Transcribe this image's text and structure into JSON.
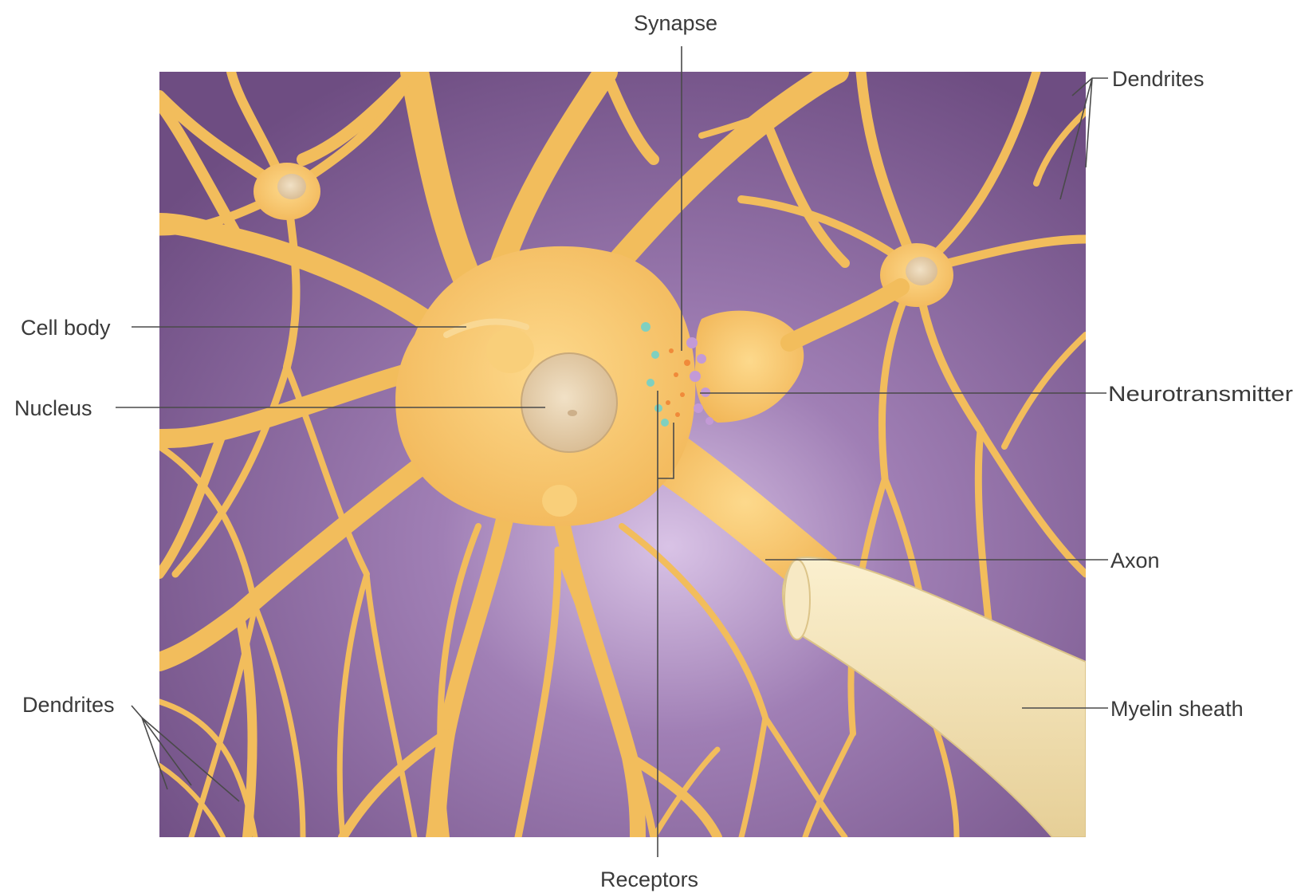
{
  "labels": {
    "synapse": "Synapse",
    "dendrites_top": "Dendrites",
    "cell_body": "Cell body",
    "nucleus": "Nucleus",
    "neurotransmitter": "Neurotransmitter",
    "axon": "Axon",
    "dendrites_bottom": "Dendrites",
    "myelin_sheath": "Myelin sheath",
    "receptors": "Receptors"
  },
  "colors": {
    "background": "#7d5a8f",
    "neuron": "#f5c46a",
    "myelin": "#f3e1b0",
    "nucleus": "#e8d2b0",
    "vesicle_purple": "#c39ad6",
    "vesicle_teal": "#7fd0c0",
    "vesicle_orange": "#f08a3a"
  }
}
